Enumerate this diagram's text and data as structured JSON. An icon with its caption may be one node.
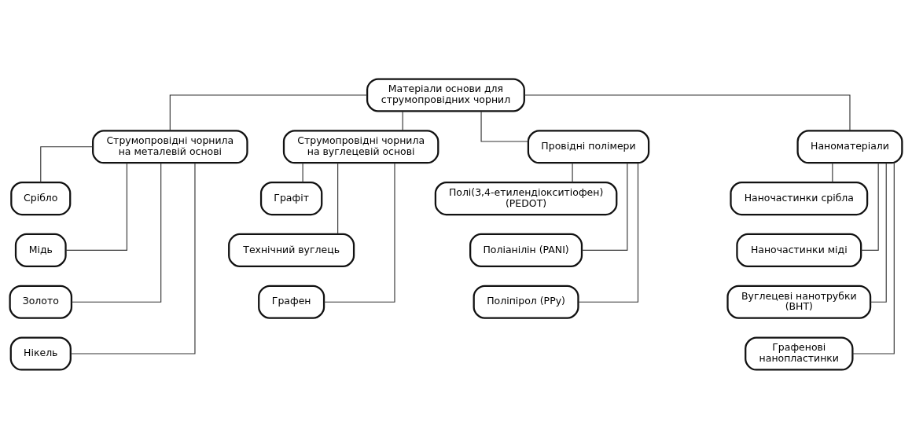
{
  "diagram": {
    "nodes": [
      {
        "text": [
          "Матеріали основи для струмопровідних чорнил"
        ]
      },
      {
        "text": [
          "Струмопровідні чорнила на металевій основі"
        ]
      },
      {
        "text": [
          "Срібло"
        ]
      },
      {
        "text": [
          "Мідь"
        ]
      },
      {
        "text": [
          "Золото"
        ]
      },
      {
        "text": [
          "Нікель"
        ]
      },
      {
        "text": [
          "Струмопровідні чорнила на вуглецевій основі"
        ]
      },
      {
        "text": [
          "Графіт"
        ]
      },
      {
        "text": [
          "Технічний вуглець"
        ]
      },
      {
        "text": [
          "Графен"
        ]
      },
      {
        "text": [
          "Провідні полімери"
        ]
      },
      {
        "text": [
          "Полі(3,4-етилендіокситіофен) (PEDOT)"
        ]
      },
      {
        "text": [
          "Поліанілін (PANI)"
        ]
      },
      {
        "text": [
          "Поліпірол (PPy)"
        ]
      },
      {
        "text": [
          "Наноматеріали"
        ]
      },
      {
        "text": [
          "Наночастинки срібла"
        ]
      },
      {
        "text": [
          "Наночастинки міді"
        ]
      },
      {
        "text": [
          "Вуглецеві нанотрубки (ВНТ)"
        ]
      },
      {
        "text": [
          "Графенові нанопластинки"
        ]
      }
    ],
    "edges": [
      {
        "from": 0,
        "to": 1,
        "arrow": "none"
      },
      {
        "from": 0,
        "to": 6,
        "arrow": "none"
      },
      {
        "from": 0,
        "to": 10,
        "arrow": "none"
      },
      {
        "from": 0,
        "to": 14,
        "arrow": "none"
      },
      {
        "from": 1,
        "to": 2,
        "arrow": "none"
      },
      {
        "from": 1,
        "to": 3,
        "arrow": "none"
      },
      {
        "from": 1,
        "to": 4,
        "arrow": "none"
      },
      {
        "from": 1,
        "to": 5,
        "arrow": "none"
      },
      {
        "from": 6,
        "to": 7,
        "arrow": "none"
      },
      {
        "from": 6,
        "to": 8,
        "arrow": "none"
      },
      {
        "from": 6,
        "to": 9,
        "arrow": "none"
      },
      {
        "from": 10,
        "to": 11,
        "arrow": "none"
      },
      {
        "from": 10,
        "to": 12,
        "arrow": "none"
      },
      {
        "from": 10,
        "to": 13,
        "arrow": "none"
      },
      {
        "from": 14,
        "to": 15,
        "arrow": "none"
      },
      {
        "from": 14,
        "to": 16,
        "arrow": "none"
      },
      {
        "from": 14,
        "to": 17,
        "arrow": "none"
      },
      {
        "from": 14,
        "to": 18,
        "arrow": "none"
      }
    ]
  }
}
